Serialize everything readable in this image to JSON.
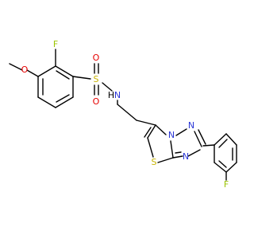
{
  "molecule": {
    "atoms": {
      "f_top": "F",
      "o_methoxy": "O",
      "s_sulfonyl": "S",
      "o_sulfonyl_top": "O",
      "o_sulfonyl_bottom": "O",
      "n_amide": "N",
      "h_amide": "H",
      "n_bridge": "N",
      "n_triazole_top": "N",
      "n_triazole_bottom": "N",
      "s_thiazole": "S",
      "f_phenyl": "F"
    },
    "colors": {
      "bond": "#000000",
      "fluorine": "#9bc400",
      "oxygen": "#e60000",
      "sulfur": "#c8b400",
      "nitrogen": "#2a36d6"
    }
  }
}
